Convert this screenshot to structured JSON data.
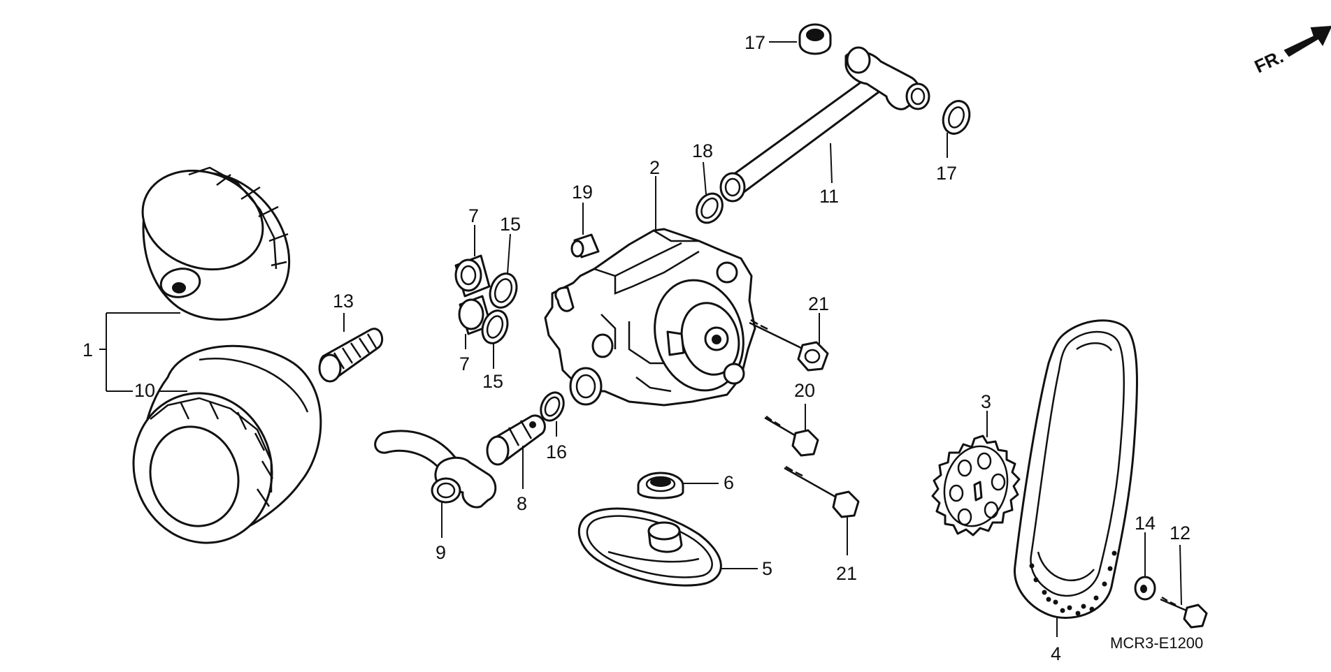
{
  "diagram": {
    "direction_label": "FR.",
    "code": "MCR3-E1200",
    "callouts": {
      "c1": "1",
      "c2": "2",
      "c3": "3",
      "c4": "4",
      "c5": "5",
      "c6": "6",
      "c7a": "7",
      "c7b": "7",
      "c8": "8",
      "c9": "9",
      "c10": "10",
      "c11": "11",
      "c12": "12",
      "c13": "13",
      "c14": "14",
      "c15a": "15",
      "c15b": "15",
      "c16": "16",
      "c17a": "17",
      "c17b": "17",
      "c18": "18",
      "c19": "19",
      "c20": "20",
      "c21a": "21",
      "c21b": "21"
    }
  }
}
